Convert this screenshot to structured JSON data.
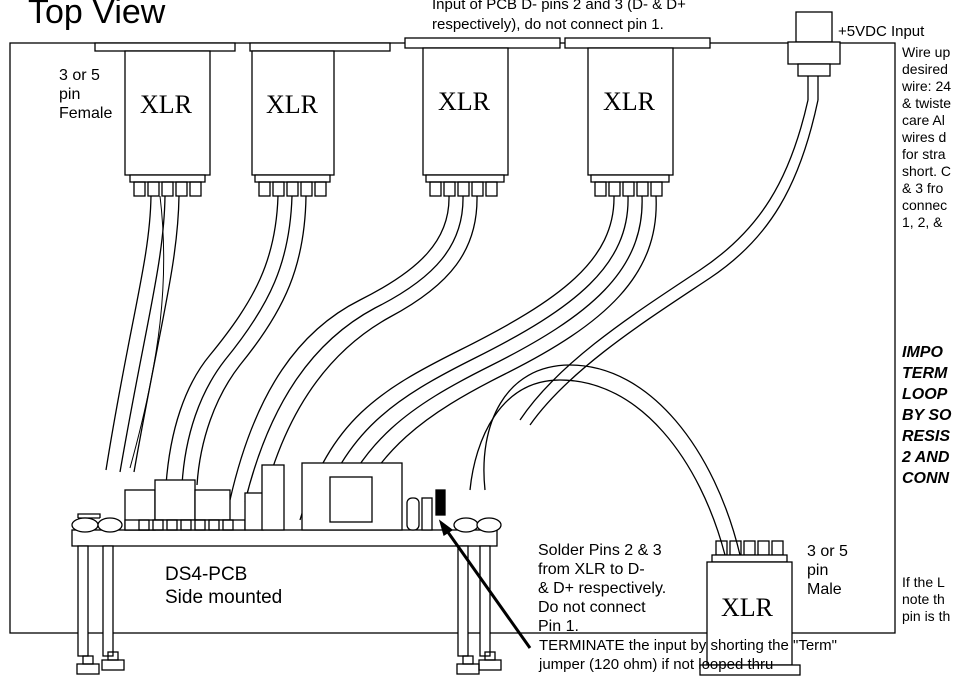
{
  "title": "Top View",
  "top_note": "Input of PCB D- pins 2 and 3 (D- & D+\nrespectively), do not connect pin 1.",
  "power_label": "+5VDC Input",
  "xlr_label": "XLR",
  "female_note": "3 or 5\npin\nFemale",
  "male_note": "3 or 5\npin\nMale",
  "pcb_label": "DS4-PCB\nSide mounted",
  "solder_note": "Solder Pins 2 & 3\nfrom XLR to D-\n& D+ respectively.\nDo not connect\nPin 1.",
  "terminate_note": "TERMINATE the input by shorting the \"Term\"\njumper (120 ohm) if not looped thru",
  "wire_note": "Wire up\ndesired\nwire: 24\n& twiste\ncare Al\nwires d\nfor stra\nshort. C\n& 3 fro\nconnec\n1, 2, &",
  "important_note": "IMPO\nTERM\nLOOP\nBY SO\nRESIS\n2 AND\nCONN",
  "led_note": "If the L\nnote th\npin is th"
}
